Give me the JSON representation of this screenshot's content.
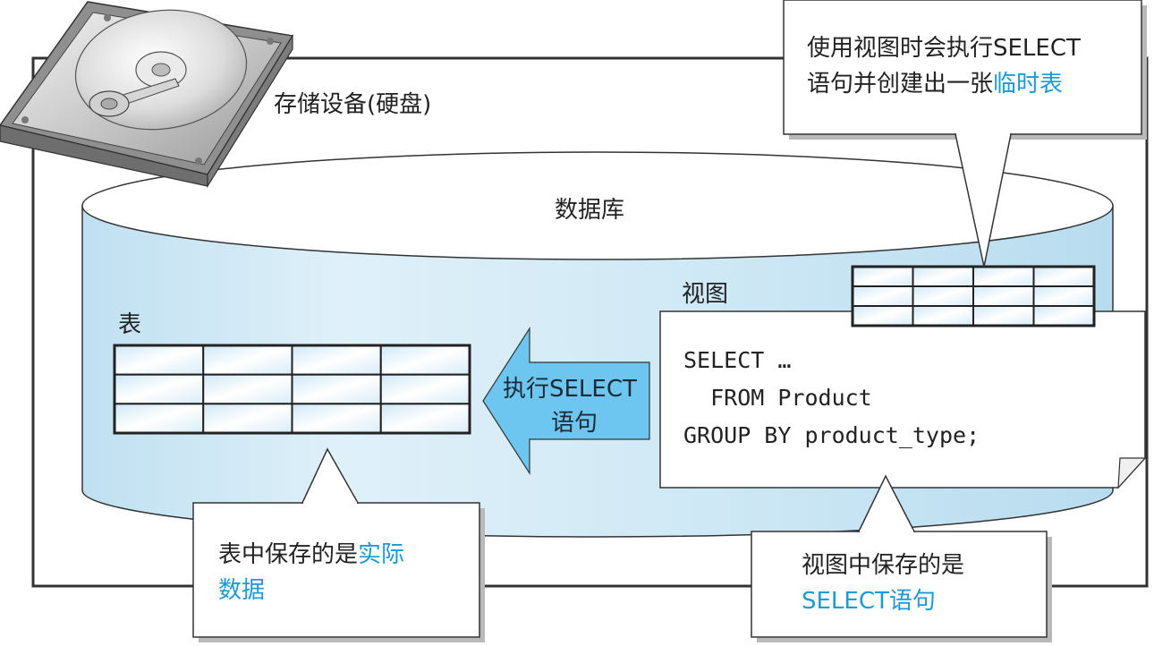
{
  "storage_label": "存储设备(硬盘)",
  "database_label": "数据库",
  "table_label": "表",
  "view_label": "视图",
  "arrow_text": {
    "line1": "执行SELECT",
    "line2": "语句"
  },
  "view_sql": {
    "line1": "SELECT …",
    "line2": "  FROM Product",
    "line3": "GROUP BY product_type;"
  },
  "callout_top": {
    "line1": "使用视图时会执行SELECT",
    "line2_plain": "语句并创建出一张",
    "line2_highlight": "临时表"
  },
  "callout_table": {
    "line1_plain": "表中保存的是",
    "line1_highlight": "实际",
    "line2_highlight": "数据"
  },
  "callout_view": {
    "line1": "视图中保存的是",
    "line2_highlight": "SELECT语句"
  },
  "colors": {
    "accent": "#1a9ad8",
    "cylinder": "#cfe8f5",
    "arrow": "#6cc6ef"
  },
  "icons": {
    "storage": "hard-disk-icon"
  }
}
